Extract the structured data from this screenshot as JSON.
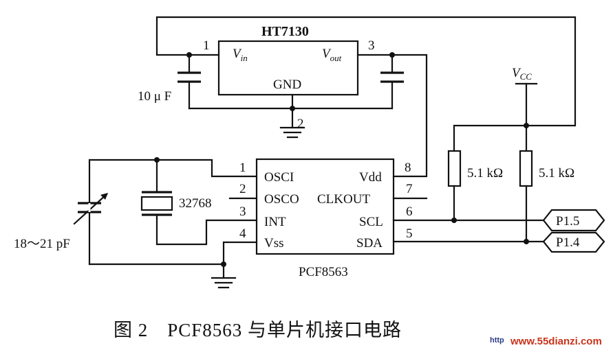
{
  "regulator": {
    "name": "HT7130",
    "vin_main": "V",
    "vin_sub": "in",
    "vout_main": "V",
    "vout_sub": "out",
    "gnd": "GND",
    "pin_vin": "1",
    "pin_vout": "3",
    "pin_gnd": "2"
  },
  "cap_input_value": "10 μ F",
  "vcc": {
    "main": "V",
    "sub": "CC"
  },
  "resistors": [
    "5.1 kΩ",
    "5.1 kΩ"
  ],
  "rtc": {
    "name": "PCF8563",
    "left_pins": [
      {
        "num": "1",
        "name": "OSCI"
      },
      {
        "num": "2",
        "name": "OSCO"
      },
      {
        "num": "3",
        "name": "INT"
      },
      {
        "num": "4",
        "name": "Vss"
      }
    ],
    "right_pins": [
      {
        "num": "8",
        "name": "Vdd"
      },
      {
        "num": "7",
        "name": "CLKOUT"
      },
      {
        "num": "6",
        "name": "SCL"
      },
      {
        "num": "5",
        "name": "SDA"
      }
    ]
  },
  "crystal_value": "32768",
  "trim_cap_value": "18～21 pF",
  "ports": [
    "P1.5",
    "P1.4"
  ],
  "caption": "图 2　PCF8563 与单片机接口电路",
  "watermark": {
    "prefix": "http",
    "site": "www.55dianzi.com"
  }
}
